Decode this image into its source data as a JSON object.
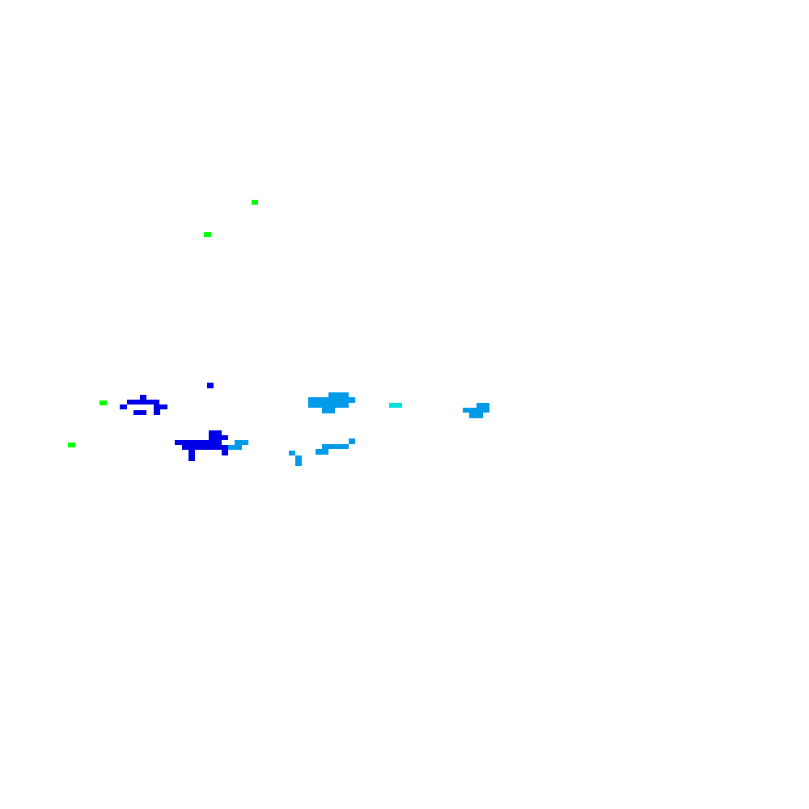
{
  "map": {
    "background_color": "#ffffff",
    "palette": {
      "green": "#00ff00",
      "blue": "#0000e6",
      "sky_blue": "#009ae8",
      "cyan": "#00e0e0"
    },
    "cell_class_order": [
      "green",
      "blue",
      "sky_blue",
      "cyan"
    ]
  }
}
